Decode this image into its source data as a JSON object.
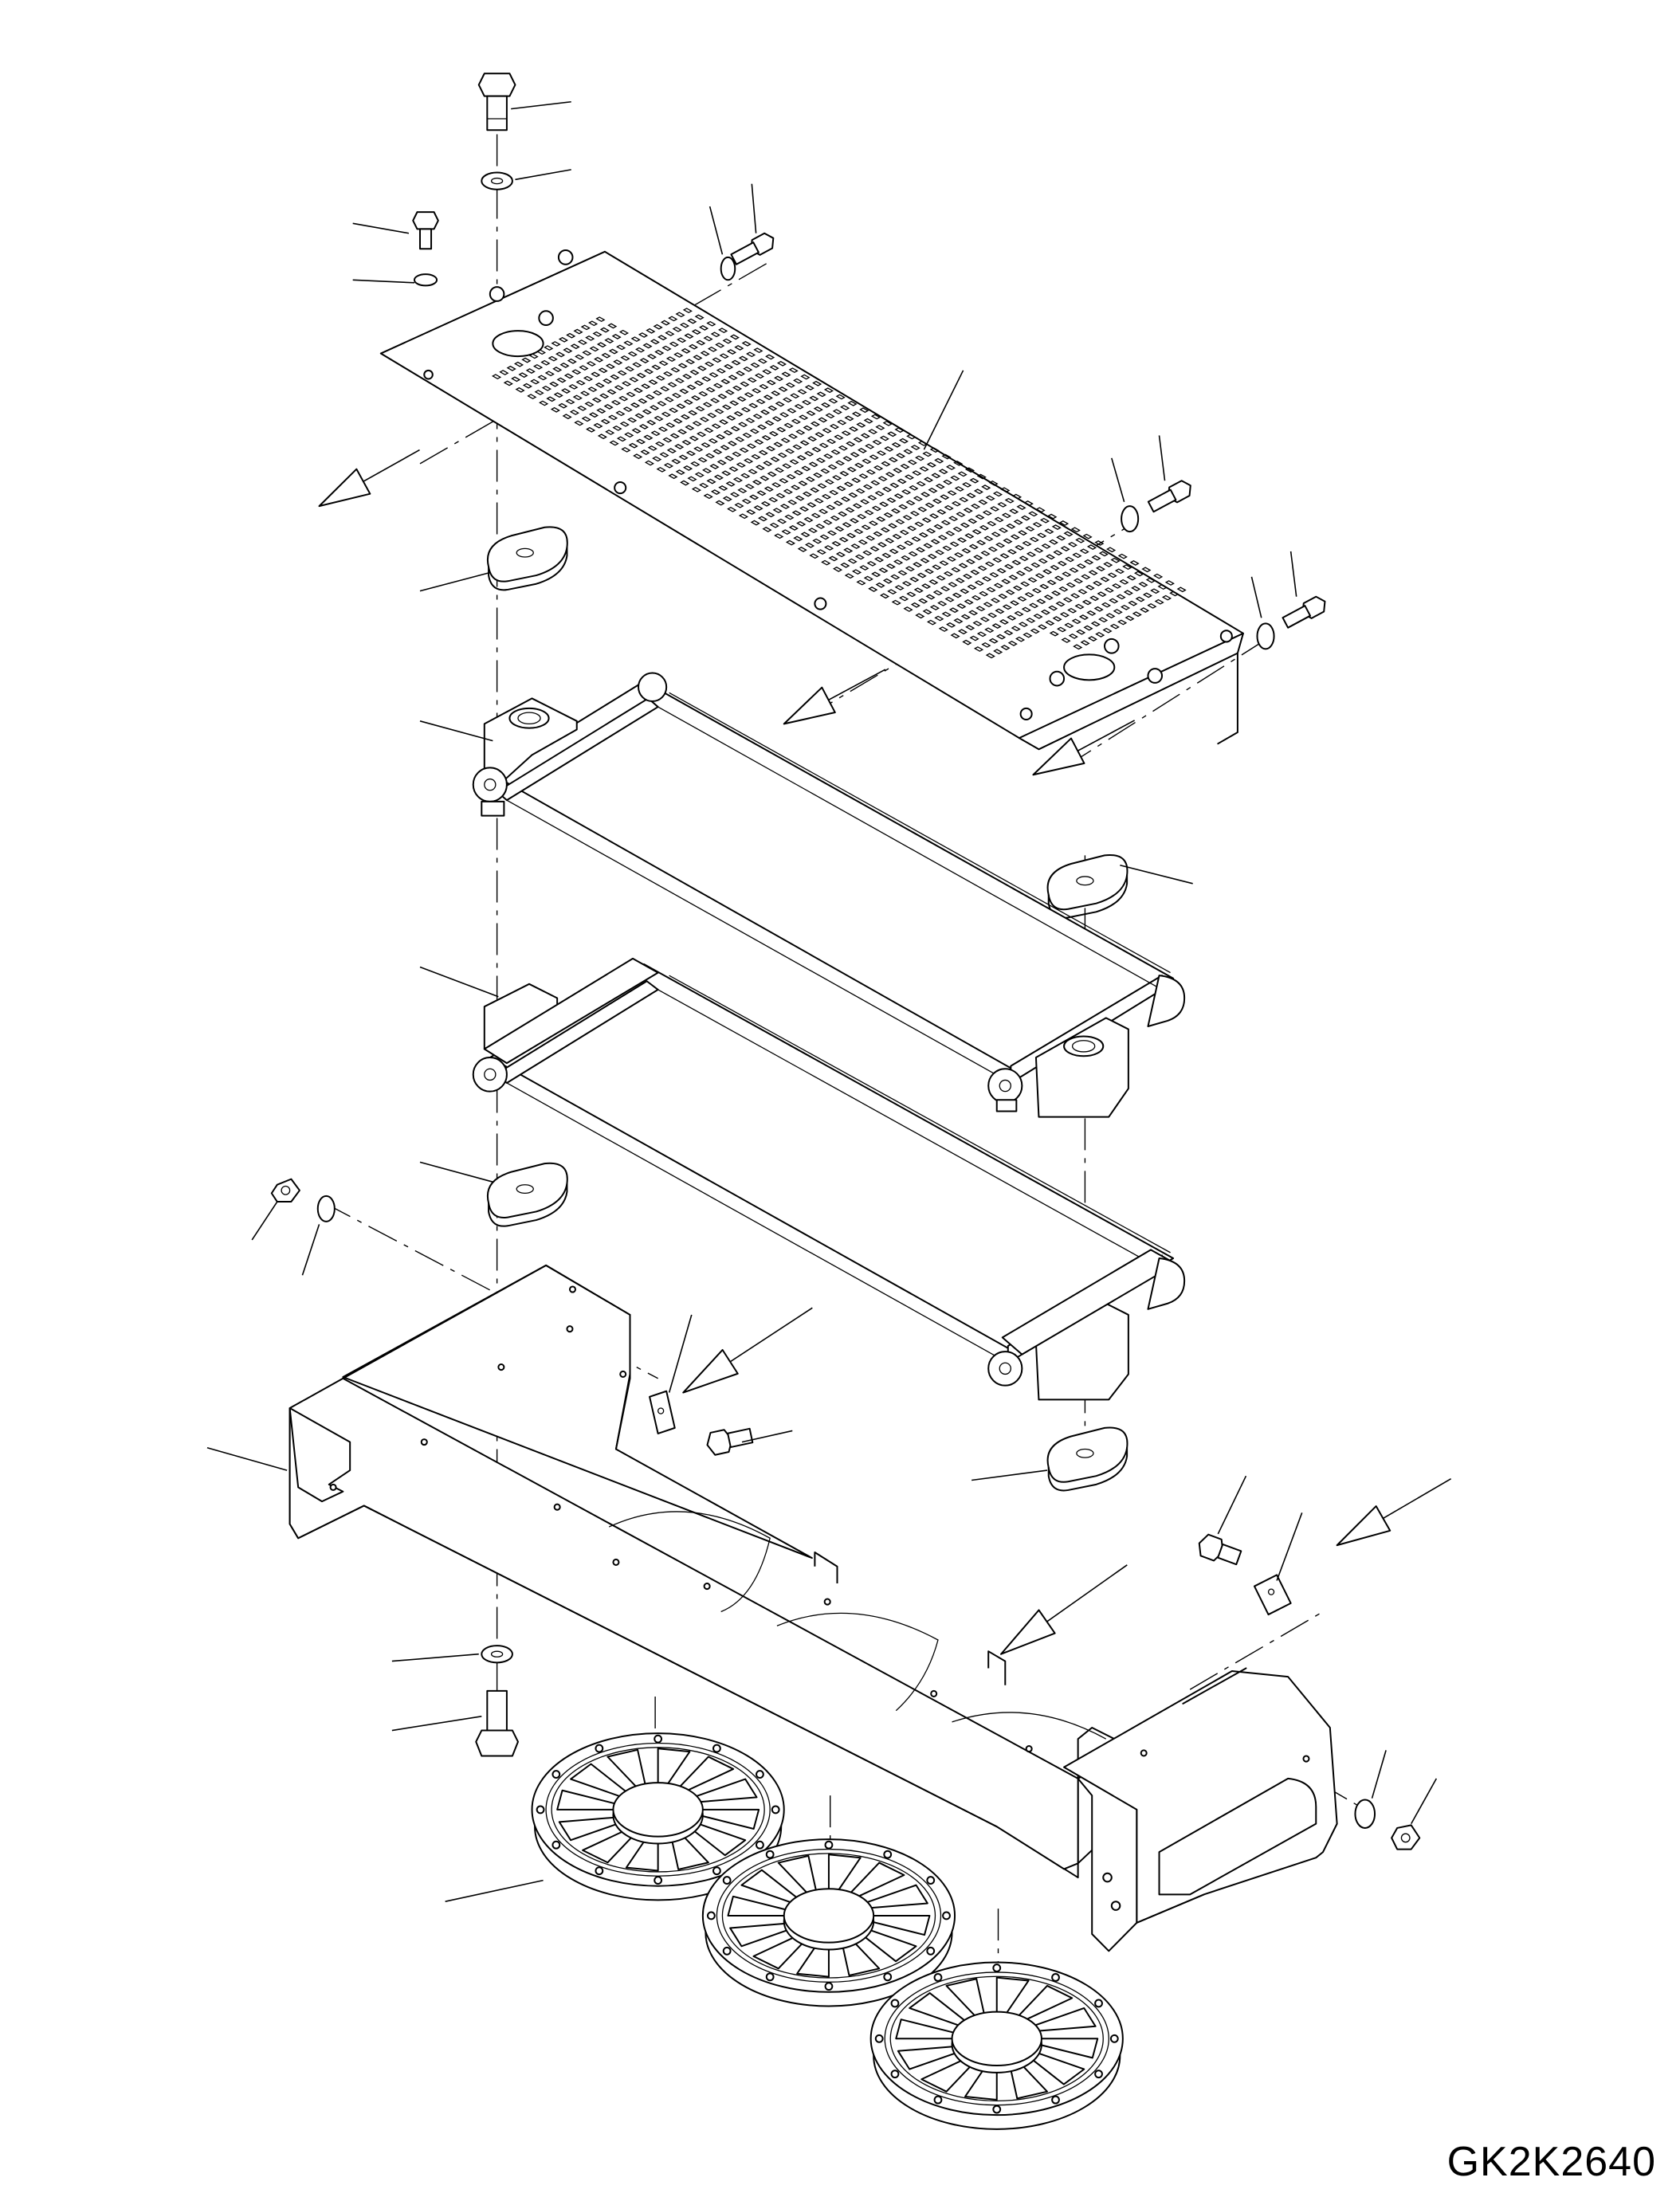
{
  "drawing": {
    "code": "GK2K2640"
  },
  "parts": [
    {
      "name": "cover-plate",
      "icon": "perforated-grille-icon"
    },
    {
      "name": "radiator-core-upper",
      "icon": "radiator-core-icon"
    },
    {
      "name": "radiator-core-lower",
      "icon": "radiator-core-icon"
    },
    {
      "name": "fan-shroud-frame",
      "icon": "shroud-frame-icon"
    },
    {
      "name": "cooling-fan",
      "count": 3,
      "icon": "fan-icon"
    },
    {
      "name": "mounting-bolt",
      "icon": "bolt-icon"
    },
    {
      "name": "washer",
      "icon": "washer-icon"
    },
    {
      "name": "nut",
      "icon": "nut-icon"
    },
    {
      "name": "mounting-cushion",
      "icon": "cushion-pad-icon"
    },
    {
      "name": "clip-bracket",
      "icon": "bracket-icon"
    }
  ]
}
